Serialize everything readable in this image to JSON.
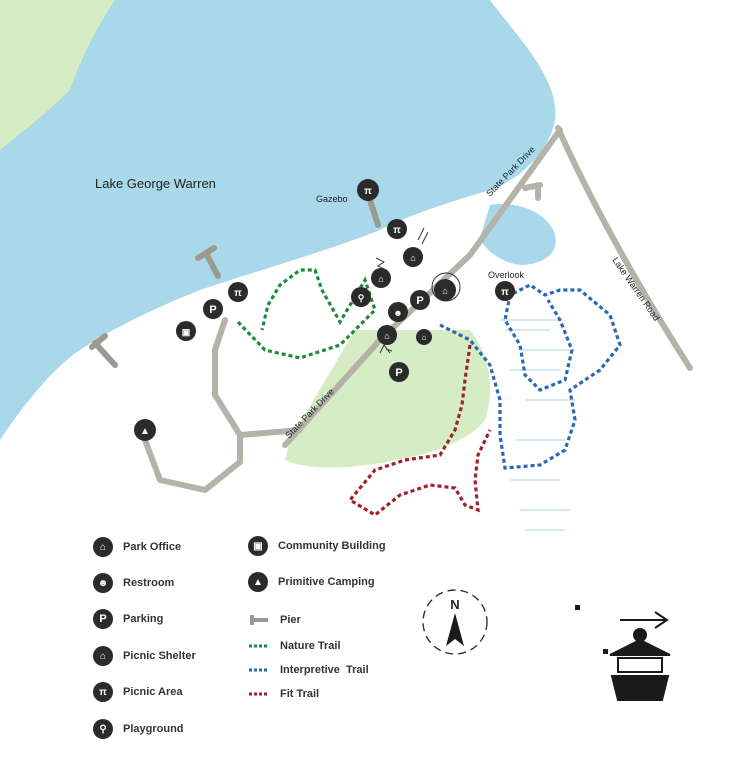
{
  "map": {
    "lake_name": "Lake George Warren",
    "labels": {
      "gazebo": "Gazebo",
      "overlook": "Overlook",
      "state_park_drive_upper": "State Park Drive",
      "state_park_drive_lower": "State Park Drive",
      "lake_warren_road": "Lake Warren Road",
      "compass": "N"
    },
    "colors": {
      "water": "#a8d8ea",
      "grass": "#d6ecc5",
      "road": "#b5b3a8",
      "icon": "#2b2b2b",
      "nature_trail": "#1f8a3a",
      "interpretive_trail": "#2a67b5",
      "fit_trail": "#a0202a"
    }
  },
  "legend": {
    "items": [
      {
        "label": "Park Office",
        "icon": "park-office-icon",
        "glyph": "⌂"
      },
      {
        "label": "Restroom",
        "icon": "restroom-icon",
        "glyph": "🚻"
      },
      {
        "label": "Parking",
        "icon": "parking-icon",
        "glyph": "P"
      },
      {
        "label": "Picnic Shelter",
        "icon": "picnic-shelter-icon",
        "glyph": "⌂"
      },
      {
        "label": "Picnic Area",
        "icon": "picnic-area-icon",
        "glyph": "π"
      },
      {
        "label": "Playground",
        "icon": "playground-icon",
        "glyph": "⚲"
      },
      {
        "label": "Community Building",
        "icon": "community-building-icon",
        "glyph": "▣"
      },
      {
        "label": "Primitive Camping",
        "icon": "primitive-camping-icon",
        "glyph": "▲"
      },
      {
        "label": "Pier",
        "icon": "pier-icon",
        "glyph": ""
      },
      {
        "label": "Nature Trail",
        "icon": "nature-trail-line",
        "glyph": ""
      },
      {
        "label": "Interpretive  Trail",
        "icon": "interpretive-trail-line",
        "glyph": ""
      },
      {
        "label": "Fit Trail",
        "icon": "fit-trail-line",
        "glyph": ""
      }
    ]
  }
}
